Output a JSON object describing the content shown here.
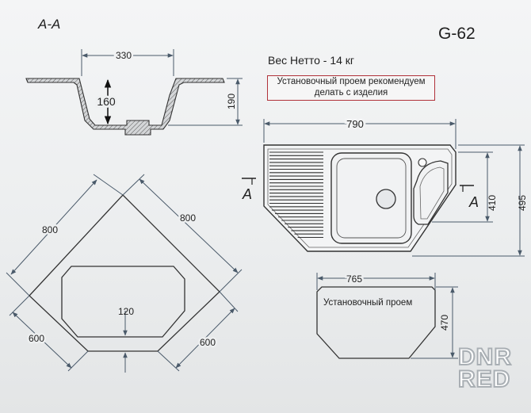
{
  "header": {
    "section_label": "A-A",
    "model_code": "G-62",
    "weight": "Вес Нетто - 14 кг",
    "note_lines": [
      "Установочный проем рекомендуем",
      "делать с изделия"
    ]
  },
  "section_view": {
    "top_width": "330",
    "depth": "160",
    "height": "190"
  },
  "top_view": {
    "width": "790",
    "depth_right": "410",
    "total_depth": "495",
    "cut_marker": "A"
  },
  "corner_view": {
    "side_left": "800",
    "side_right": "800",
    "front_left": "600",
    "front_right": "600",
    "gap": "120"
  },
  "cutout": {
    "label": "Установочный проем",
    "width": "765",
    "height": "470"
  },
  "watermark": [
    "DNR",
    "RED"
  ],
  "colors": {
    "note_border": "#b0323a",
    "line": "#333333",
    "dimension": "#4a5a6a"
  }
}
